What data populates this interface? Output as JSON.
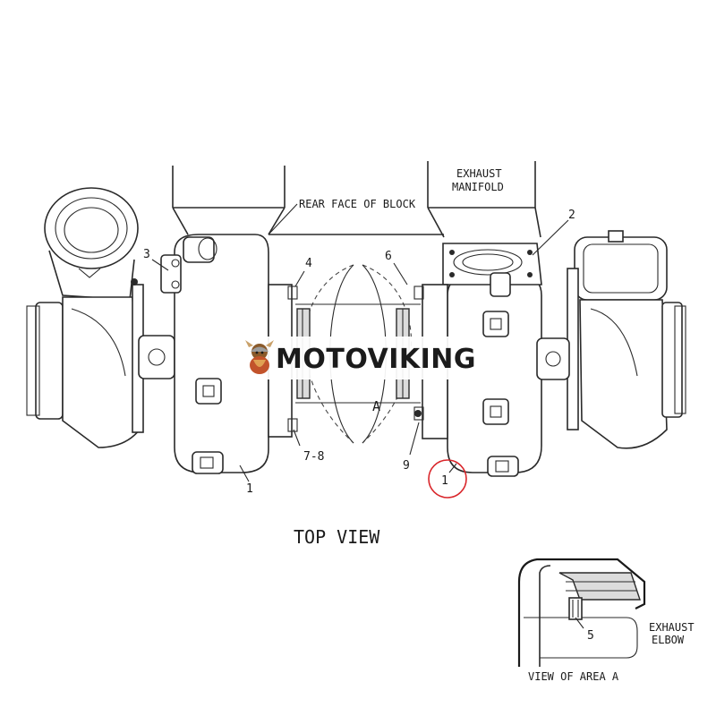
{
  "diagram": {
    "labels": {
      "exhaust_manifold_line1": "EXHAUST",
      "exhaust_manifold_line2": "MANIFOLD",
      "rear_face": "REAR FACE OF BLOCK",
      "callout_1_left": "1",
      "callout_1_right": "1",
      "callout_2": "2",
      "callout_3": "3",
      "callout_4": "4",
      "callout_6": "6",
      "callout_7_8": "7-8",
      "callout_9": "9",
      "callout_a": "A",
      "top_view": "TOP VIEW",
      "callout_5": "5",
      "exhaust_elbow_line1": "EXHAUST",
      "exhaust_elbow_line2": "ELBOW",
      "view_of_area_a": "VIEW OF AREA A"
    },
    "highlight_color": "#d9262b"
  },
  "watermark": {
    "brand": "MOTOVIKING",
    "logo_icon": "viking-mascot-icon"
  }
}
